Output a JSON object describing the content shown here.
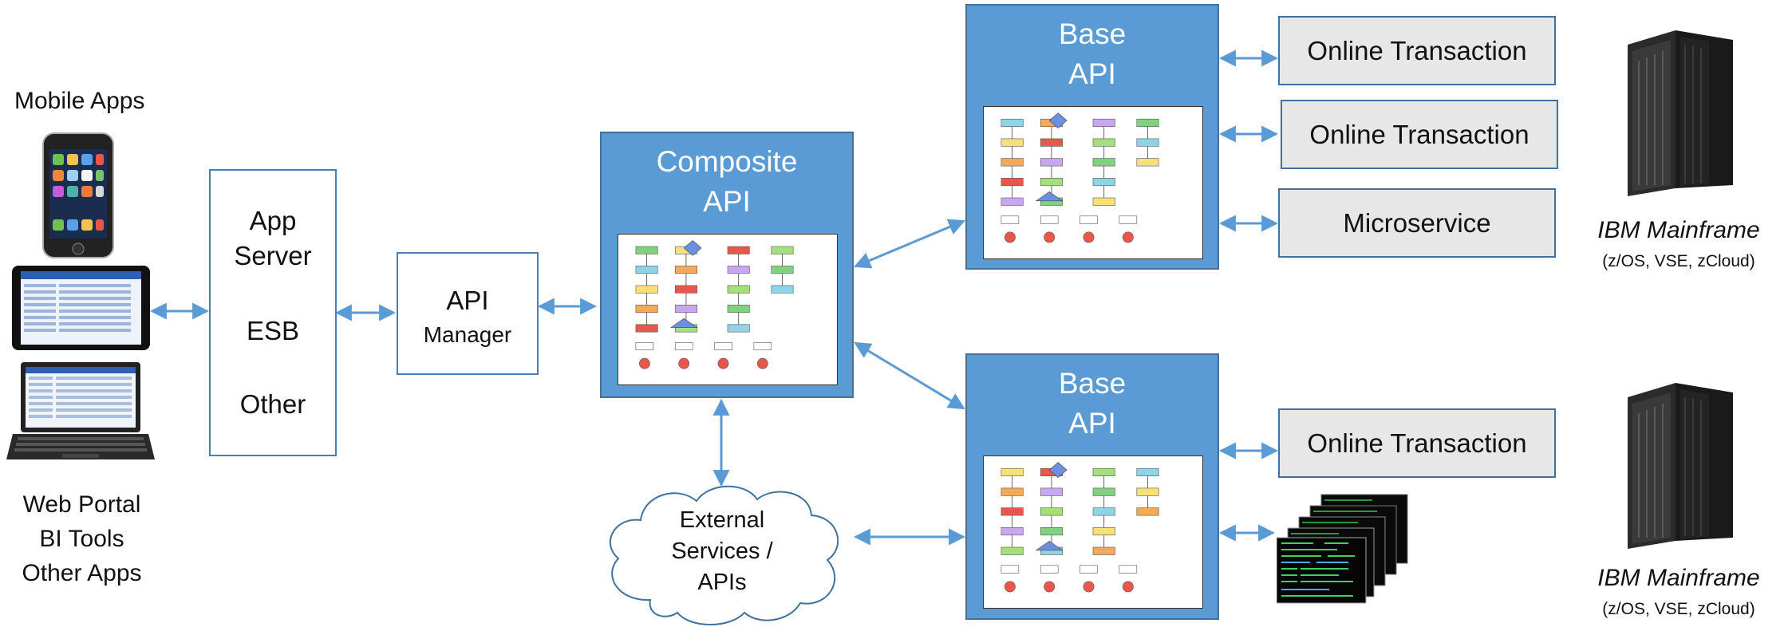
{
  "clients": {
    "mobile_label": "Mobile Apps",
    "web_lines": [
      "Web Portal",
      "BI Tools",
      "Other Apps"
    ]
  },
  "middleware": {
    "lines": [
      "App",
      "Server",
      "ESB",
      "Other"
    ]
  },
  "api_manager": {
    "line1": "API",
    "line2": "Manager"
  },
  "composite": {
    "line1": "Composite",
    "line2": "API"
  },
  "external": {
    "lines": [
      "External",
      "Services /",
      "APIs"
    ]
  },
  "base_top": {
    "line1": "Base",
    "line2": "API"
  },
  "base_bottom": {
    "line1": "Base",
    "line2": "API"
  },
  "backends_top": [
    "Online Transaction",
    "Online Transaction",
    "Microservice"
  ],
  "backends_bottom": [
    "Online Transaction"
  ],
  "mainframe_top": {
    "name": "IBM Mainframe",
    "detail": "(z/OS, VSE, zCloud)"
  },
  "mainframe_bottom": {
    "name": "IBM Mainframe",
    "detail": "(z/OS, VSE, zCloud)"
  },
  "colors": {
    "box_blue": "#5b9bd5",
    "box_border": "#41719c",
    "arrow": "#5b9bd5",
    "gray_box": "#e7e7e7"
  }
}
